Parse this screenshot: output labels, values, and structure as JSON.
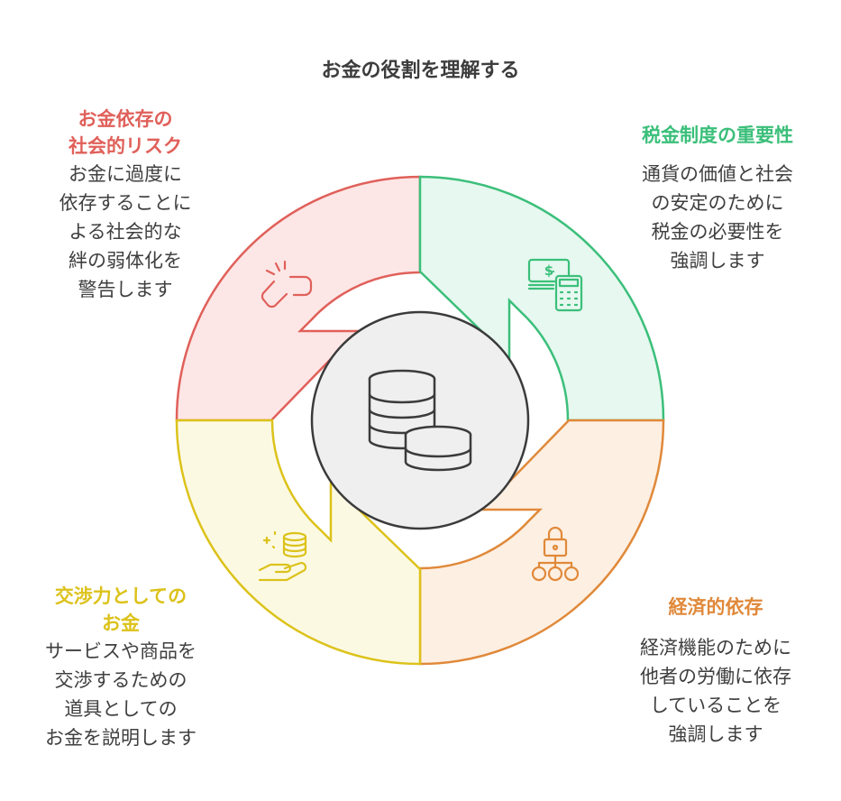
{
  "title": "お金の役割を理解する",
  "colors": {
    "risk": "#e0605a",
    "risk_fill": "#fde6e6",
    "tax": "#3bbf7a",
    "tax_fill": "#e6f8ef",
    "economic": "#e0893a",
    "economic_fill": "#fdefe2",
    "negotiation": "#dcc21a",
    "negotiation_fill": "#fcf9e3",
    "center_fill": "#efefef",
    "center_stroke": "#3b3b3b"
  },
  "center": {
    "icon": "coins-stack-icon"
  },
  "segments": {
    "risk": {
      "icon": "broken-link-icon",
      "heading": [
        "お金依存の",
        "社会的リスク"
      ],
      "description": [
        "お金に過度に",
        "依存することに",
        "よる社会的な",
        "絆の弱体化を",
        "警告します"
      ]
    },
    "tax": {
      "icon": "money-calculator-icon",
      "heading": [
        "税金制度の重要性"
      ],
      "description": [
        "通貨の価値と社会",
        "の安定のために",
        "税金の必要性を",
        "強調します"
      ]
    },
    "economic": {
      "icon": "lock-hierarchy-icon",
      "heading": [
        "経済的依存"
      ],
      "description": [
        "経済機能のために",
        "他者の労働に依存",
        "していることを",
        "強調します"
      ]
    },
    "negotiation": {
      "icon": "hand-coins-icon",
      "heading": [
        "交渉力としての",
        "お金"
      ],
      "description": [
        "サービスや商品を",
        "交渉するための",
        "道具としての",
        "お金を説明します"
      ]
    }
  }
}
